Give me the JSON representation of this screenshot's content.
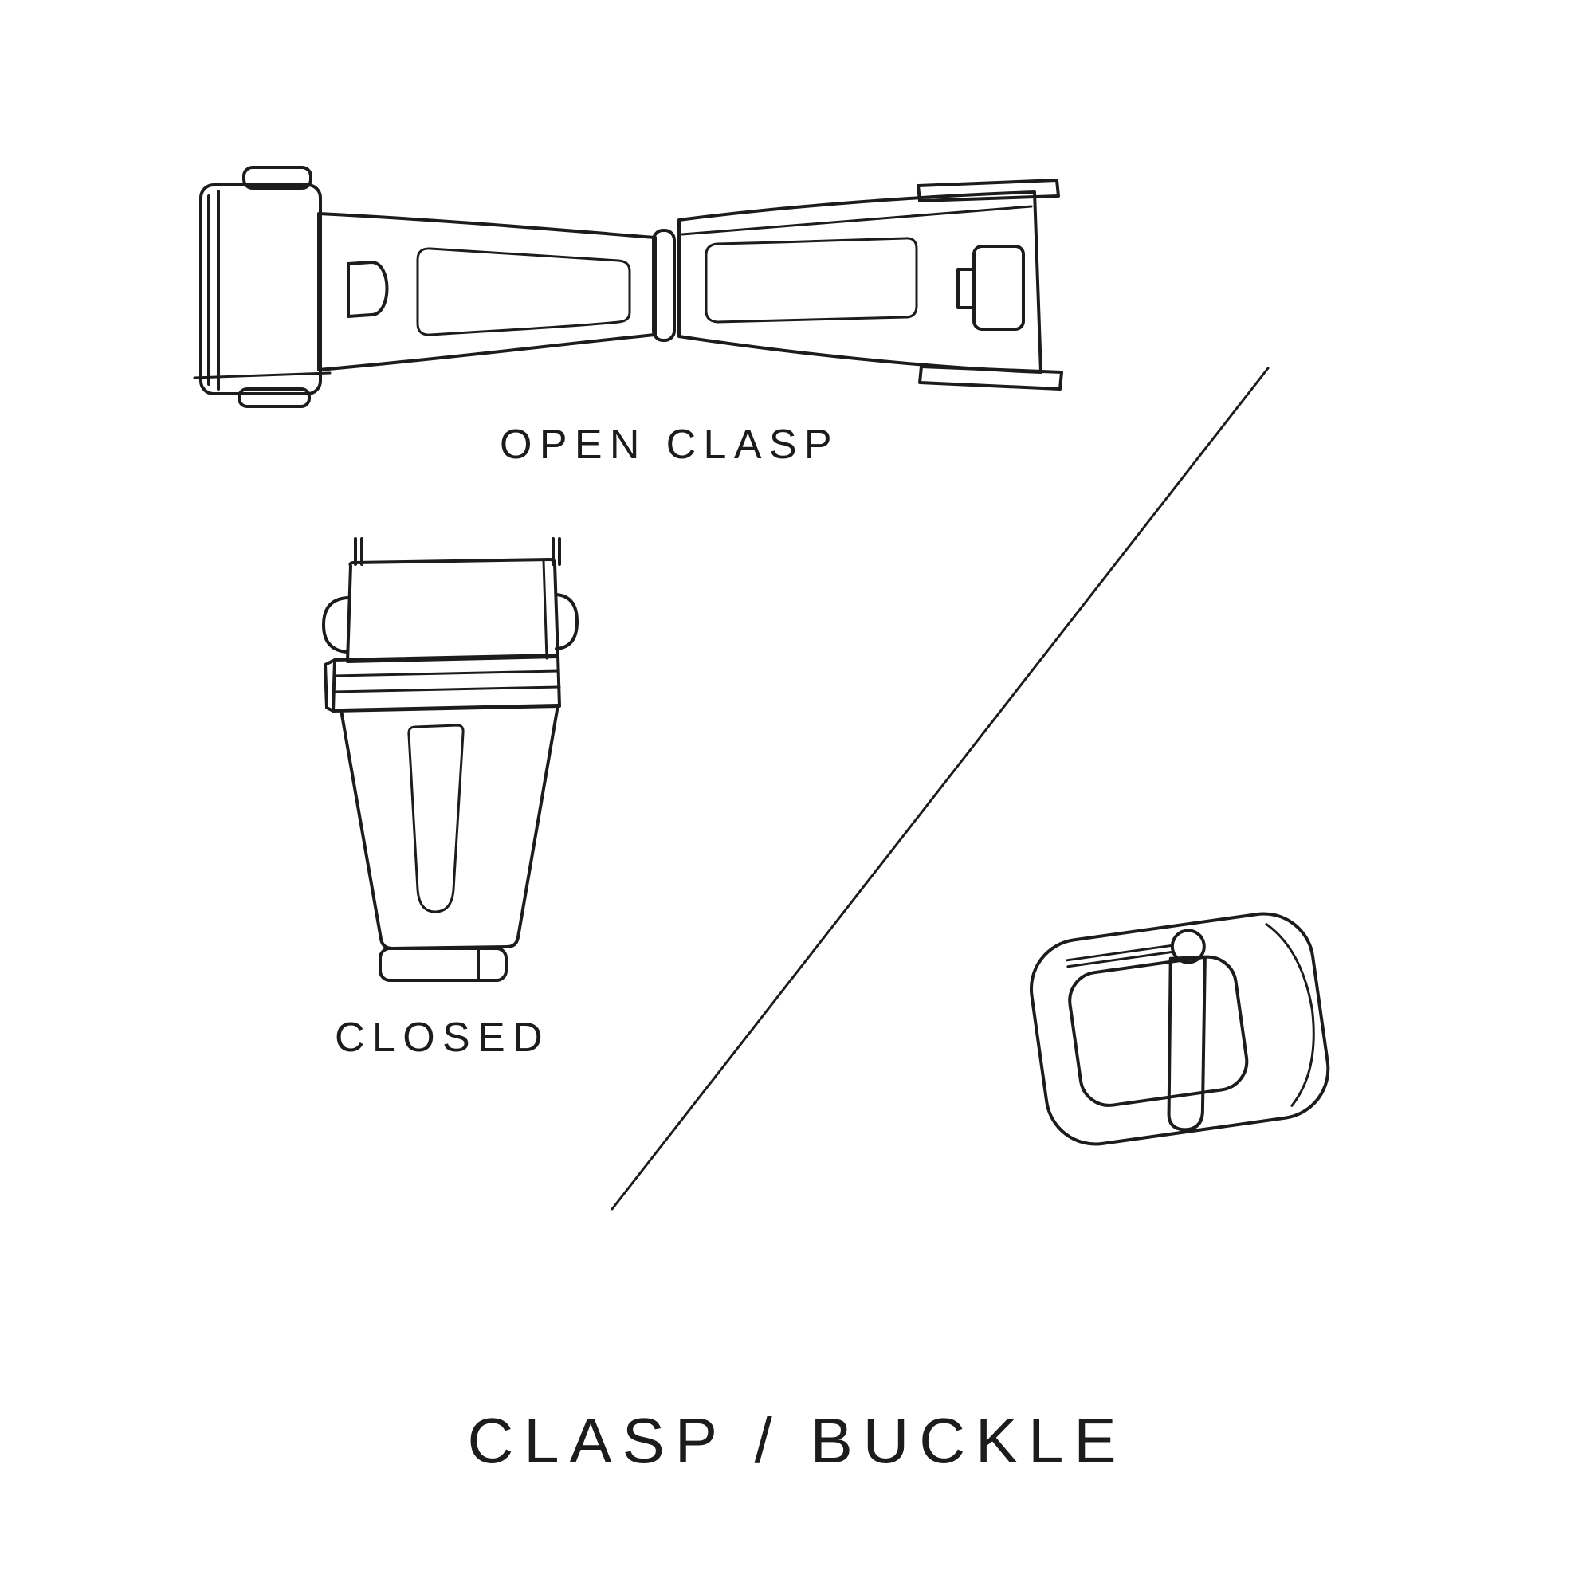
{
  "page": {
    "background_color": "#ffffff",
    "line_color": "#1c1c1c"
  },
  "illustrations": {
    "open_clasp": {
      "icon": "open-clasp-icon",
      "label": "OPEN CLASP"
    },
    "closed_clasp": {
      "icon": "closed-clasp-icon",
      "label": "CLOSED"
    },
    "buckle": {
      "icon": "buckle-icon"
    }
  },
  "title": {
    "text": "CLASP / BUCKLE"
  }
}
